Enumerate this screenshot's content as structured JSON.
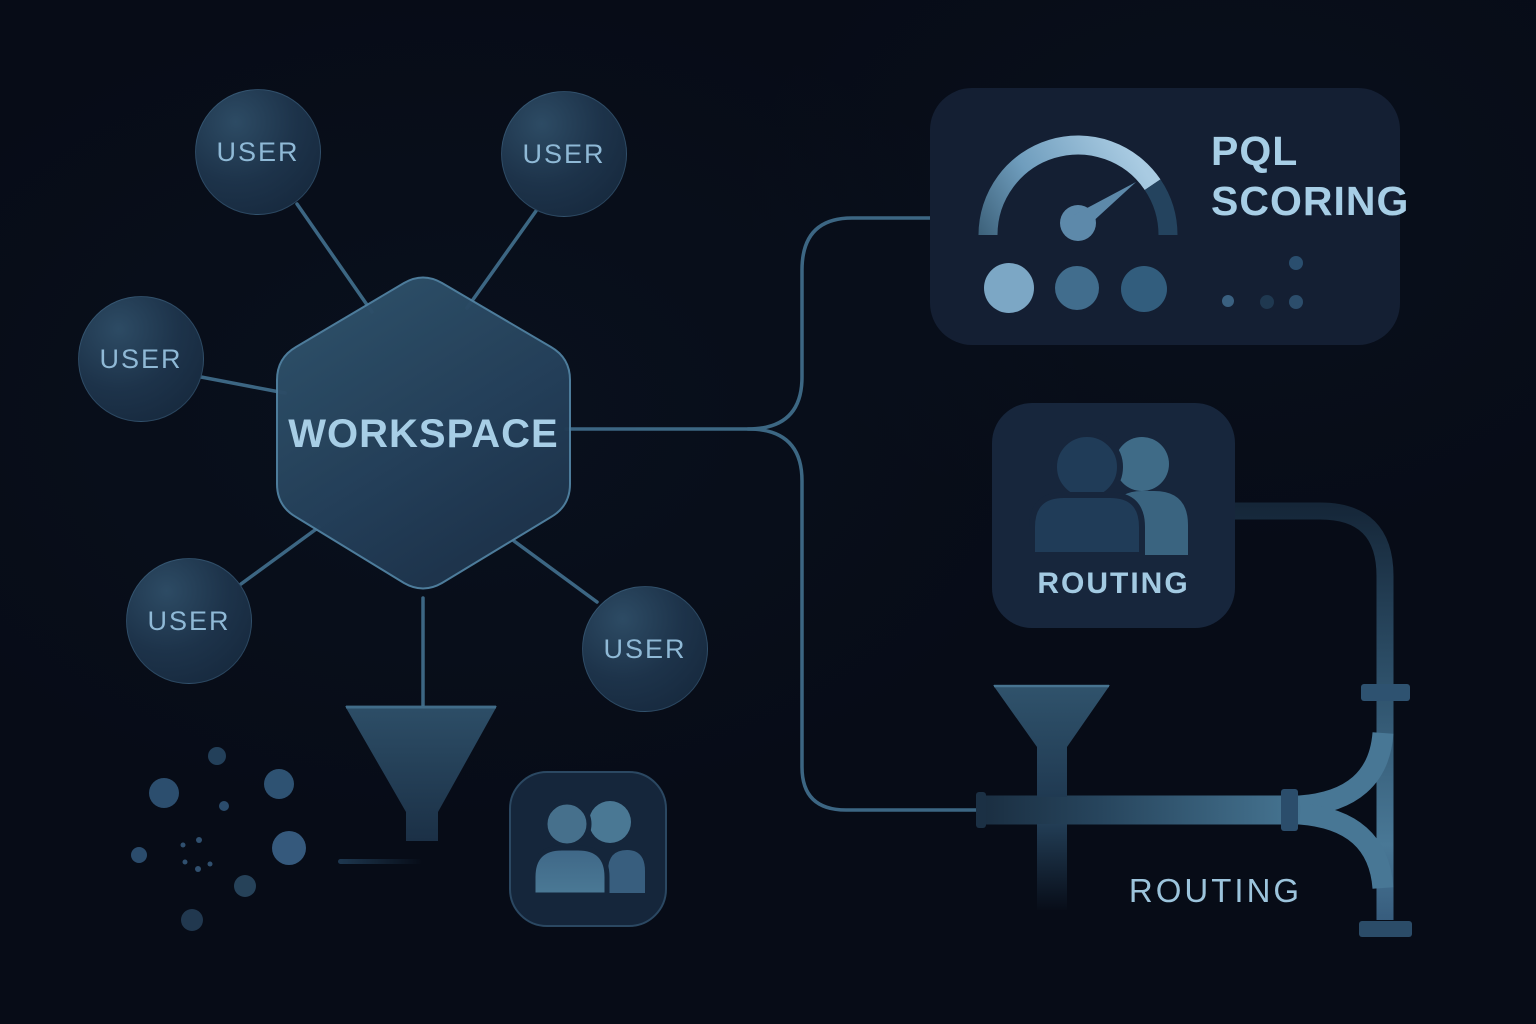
{
  "colors": {
    "background": "#070c17",
    "accent_text": "#a7cee6",
    "muted_text": "#8fb9d6",
    "connector": "#3f6c89",
    "card_bg": "#141f33",
    "pipe_light": "#4a7b99",
    "pipe_dark": "#1b3044"
  },
  "workspace_node": {
    "label": "WORKSPACE",
    "shape": "hexagon"
  },
  "user_nodes": [
    {
      "label": "USER"
    },
    {
      "label": "USER"
    },
    {
      "label": "USER"
    },
    {
      "label": "USER"
    },
    {
      "label": "USER"
    }
  ],
  "pql_card": {
    "title_line1": "PQL",
    "title_line2": "SCORING",
    "icon": "gauge-icon"
  },
  "routing_card": {
    "label": "ROUTING",
    "icon": "people-icon"
  },
  "pipeline": {
    "label": "ROUTING",
    "icon": "funnel-icon"
  },
  "decor": {
    "workspace_funnel": "funnel-icon",
    "people_badge": "people-icon",
    "scatter": "dot-cluster"
  }
}
